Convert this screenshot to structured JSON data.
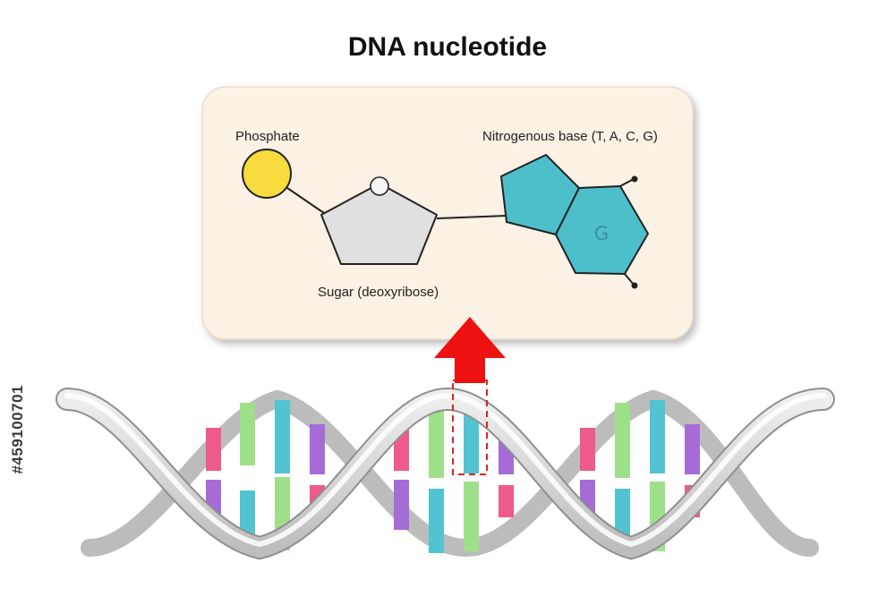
{
  "title": "DNA nucleotide",
  "labels": {
    "phosphate": "Phosphate",
    "nitrogenous_base": "Nitrogenous base (T, A, C, G)",
    "sugar": "Sugar (deoxyribose)",
    "base_letter": "G"
  },
  "watermark_id": "#459100701",
  "colors": {
    "panel": "#fbf1e4",
    "phosphate": "#f6dc3c",
    "sugar": "#e0e0e0",
    "base": "#4dbfca",
    "arrow": "#ee1111",
    "backbone": "#d2d2d2",
    "pink": "#ef5a8c",
    "purple": "#a66bd6",
    "green": "#9ee08a",
    "cyan": "#52c4d1"
  }
}
